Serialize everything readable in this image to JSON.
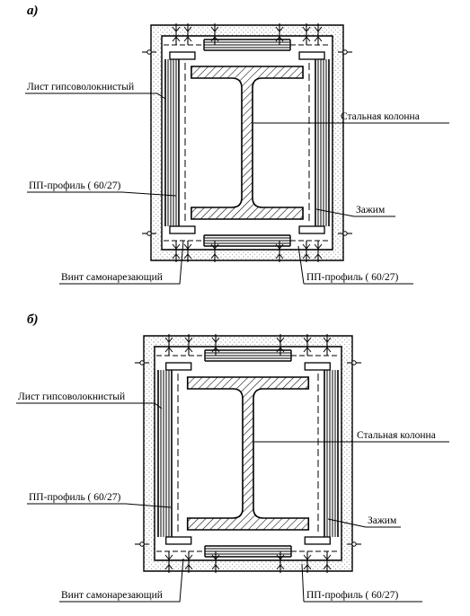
{
  "figures": [
    {
      "id": "a",
      "marker": "а)",
      "labels": {
        "gypsum_sheet": "Лист гипсоволокнистый",
        "steel_column": "Стальная колонна",
        "pp_profile_left": "ПП-профиль ( 60/27)",
        "clamp": "Зажим",
        "screw": "Винт самонарезающий",
        "pp_profile_bottom": "ПП-профиль ( 60/27)"
      }
    },
    {
      "id": "b",
      "marker": "б)",
      "labels": {
        "gypsum_sheet": "Лист гипсоволокнистый",
        "steel_column": "Стальная колонна",
        "pp_profile_left": "ПП-профиль ( 60/27)",
        "clamp": "Зажим",
        "screw": "Винт самонарезающий",
        "pp_profile_bottom": "ПП-профиль ( 60/27)"
      }
    }
  ],
  "colors": {
    "line": "#000000",
    "stipple": "#555555",
    "background": "#ffffff"
  }
}
